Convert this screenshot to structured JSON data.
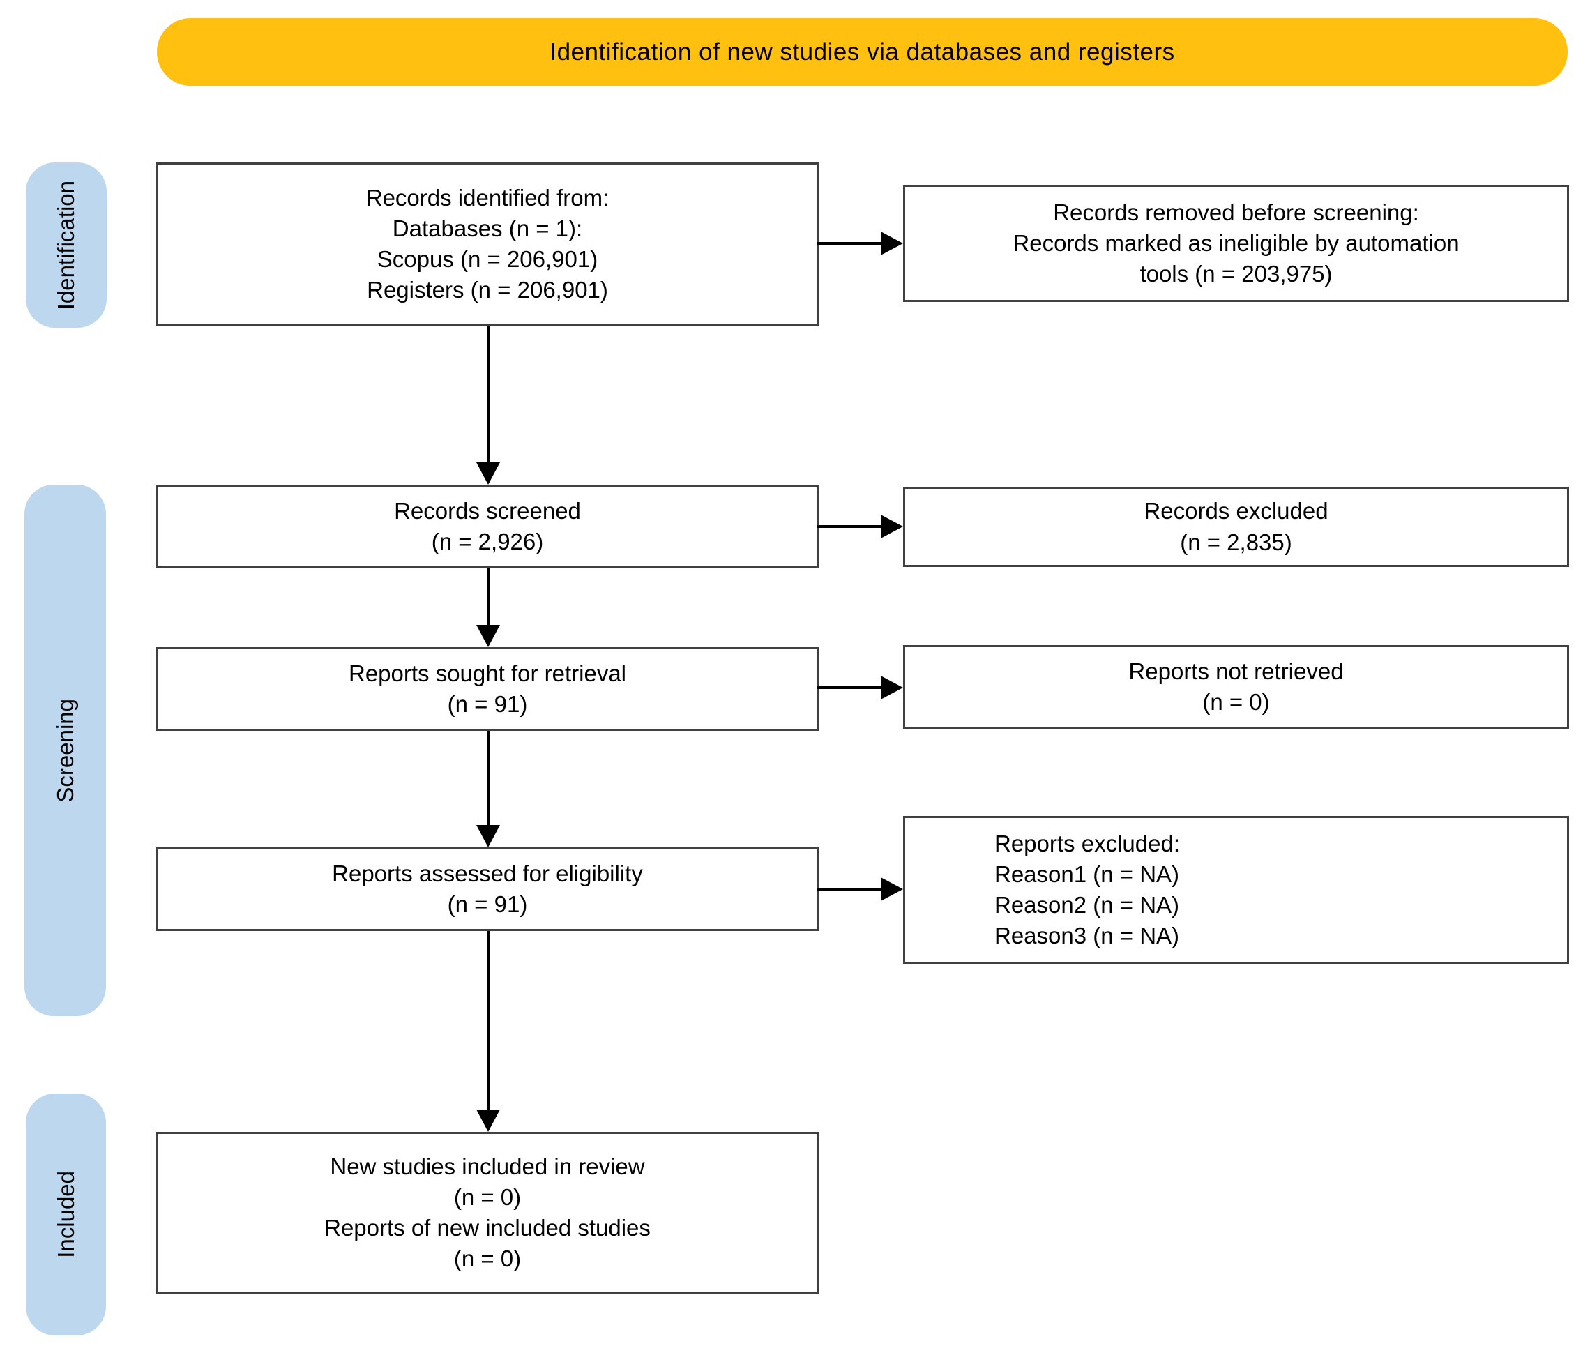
{
  "banner": {
    "label": "Identification of new studies via databases and registers"
  },
  "stages": [
    {
      "id": "identification",
      "label": "Identification"
    },
    {
      "id": "screening",
      "label": "Screening"
    },
    {
      "id": "included",
      "label": "Included"
    }
  ],
  "boxes": {
    "identified": {
      "lines": [
        "Records identified from:",
        "Databases (n = 1):",
        "Scopus (n = 206,901)",
        "Registers (n = 206,901)"
      ]
    },
    "removed": {
      "lines": [
        "Records removed before screening:",
        "Records marked as ineligible by automation",
        "tools (n = 203,975)"
      ]
    },
    "screened": {
      "lines": [
        "Records screened",
        "(n = 2,926)"
      ]
    },
    "excluded": {
      "lines": [
        "Records excluded",
        "(n = 2,835)"
      ]
    },
    "sought": {
      "lines": [
        "Reports sought for retrieval",
        "(n = 91)"
      ]
    },
    "not_retrieved": {
      "lines": [
        "Reports not retrieved",
        "(n = 0)"
      ]
    },
    "assessed": {
      "lines": [
        "Reports assessed for eligibility",
        "(n = 91)"
      ]
    },
    "reports_excluded": {
      "lines": [
        "Reports excluded:",
        "Reason1 (n = NA)",
        "Reason2 (n = NA)",
        "Reason3 (n = NA)"
      ]
    },
    "included_review": {
      "lines": [
        "New studies included in review",
        "(n = 0)",
        "Reports of new included studies",
        "(n = 0)"
      ]
    }
  },
  "colors": {
    "banner_fill": "#FFC010",
    "stage_fill": "#BDD7EE",
    "box_border": "#404040",
    "arrow": "#000000"
  }
}
